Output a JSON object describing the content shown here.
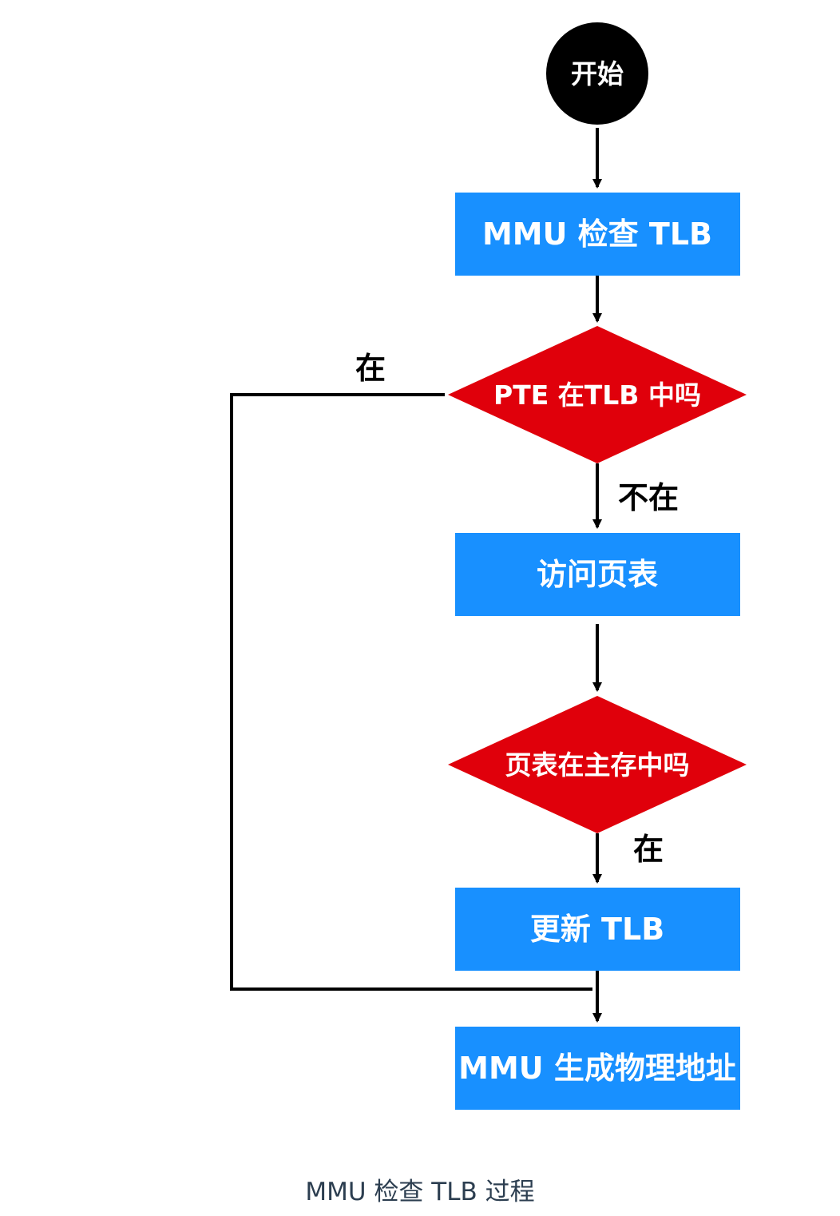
{
  "colors": {
    "box_fill": "#1890FF",
    "decision_fill": "#E0000B",
    "start_fill": "#000000",
    "line": "#000000",
    "caption_text": "#2C3E50"
  },
  "nodes": {
    "start": "开始",
    "check_tlb": "MMU 检查 TLB",
    "pte_in_tlb": "PTE 在TLB 中吗",
    "access_page_table": "访问页表",
    "page_table_in_memory": "页表在主存中吗",
    "update_tlb": "更新 TLB",
    "generate_physical_address": "MMU 生成物理地址"
  },
  "edge_labels": {
    "pte_yes": "在",
    "pte_no": "不在",
    "memory_yes": "在"
  },
  "caption": "MMU 检查 TLB 过程"
}
